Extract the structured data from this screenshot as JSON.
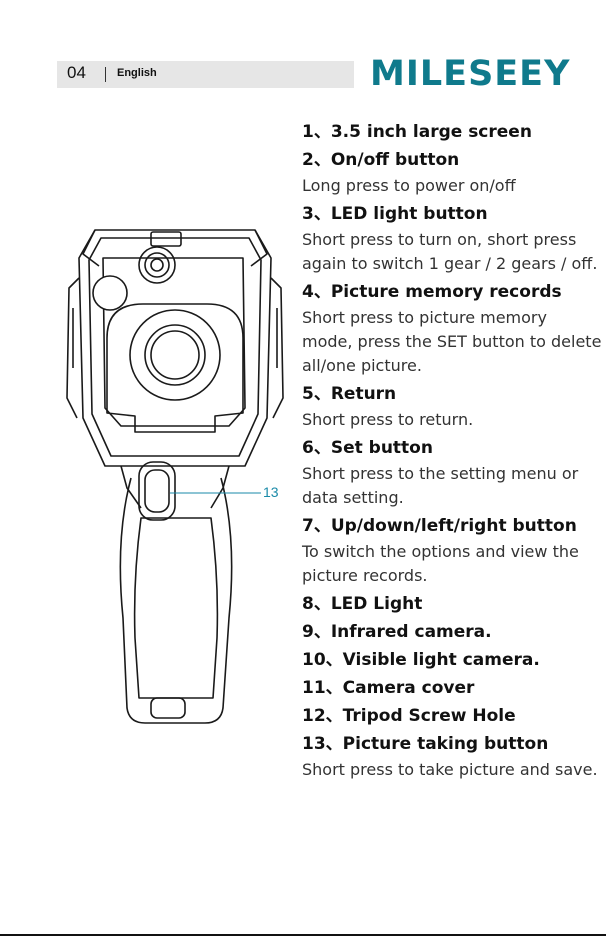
{
  "header": {
    "page_number": "04",
    "language": "English",
    "brand": "MILESEEY"
  },
  "figure": {
    "callout_number": "13"
  },
  "items": [
    {
      "title": "1、3.5 inch large screen",
      "desc": ""
    },
    {
      "title": "2、On/off button",
      "desc": "Long press to power on/off"
    },
    {
      "title": "3、LED light button",
      "desc": "Short press to turn on, short press again to switch 1 gear / 2 gears / off."
    },
    {
      "title": "4、Picture memory records",
      "desc": "Short press to picture memory mode, press the SET button to delete all/one picture."
    },
    {
      "title": "5、Return",
      "desc": "Short press to return."
    },
    {
      "title": "6、Set button",
      "desc": "Short press to the setting menu or data setting."
    },
    {
      "title": "7、Up/down/left/right button",
      "desc": "To switch the options and view the picture records."
    },
    {
      "title": "8、LED Light",
      "desc": ""
    },
    {
      "title": "9、Infrared camera.",
      "desc": ""
    },
    {
      "title": "10、Visible light camera.",
      "desc": ""
    },
    {
      "title": "11、Camera cover",
      "desc": ""
    },
    {
      "title": "12、Tripod Screw Hole",
      "desc": ""
    },
    {
      "title": "13、Picture taking button",
      "desc": "Short press to take picture and save."
    }
  ]
}
